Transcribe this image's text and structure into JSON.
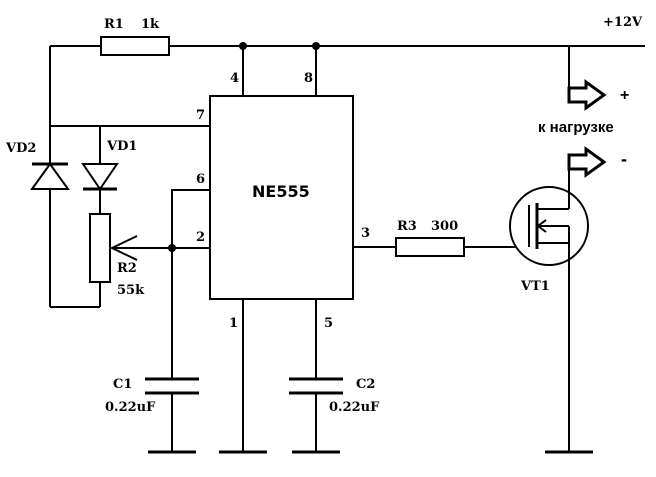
{
  "supply": {
    "label": "+12V"
  },
  "chip": {
    "name": "NE555",
    "pins": {
      "p1": "1",
      "p2": "2",
      "p3": "3",
      "p4": "4",
      "p5": "5",
      "p6": "6",
      "p7": "7",
      "p8": "8"
    }
  },
  "components": {
    "r1": {
      "ref": "R1",
      "value": "1k"
    },
    "r2": {
      "ref": "R2",
      "value": "55k"
    },
    "r3": {
      "ref": "R3",
      "value": "300"
    },
    "c1": {
      "ref": "C1",
      "value": "0.22uF"
    },
    "c2": {
      "ref": "C2",
      "value": "0.22uF"
    },
    "vd1": {
      "ref": "VD1"
    },
    "vd2": {
      "ref": "VD2"
    },
    "vt1": {
      "ref": "VT1"
    }
  },
  "load": {
    "label": "к нагрузке",
    "plus": "+",
    "minus": "-"
  }
}
